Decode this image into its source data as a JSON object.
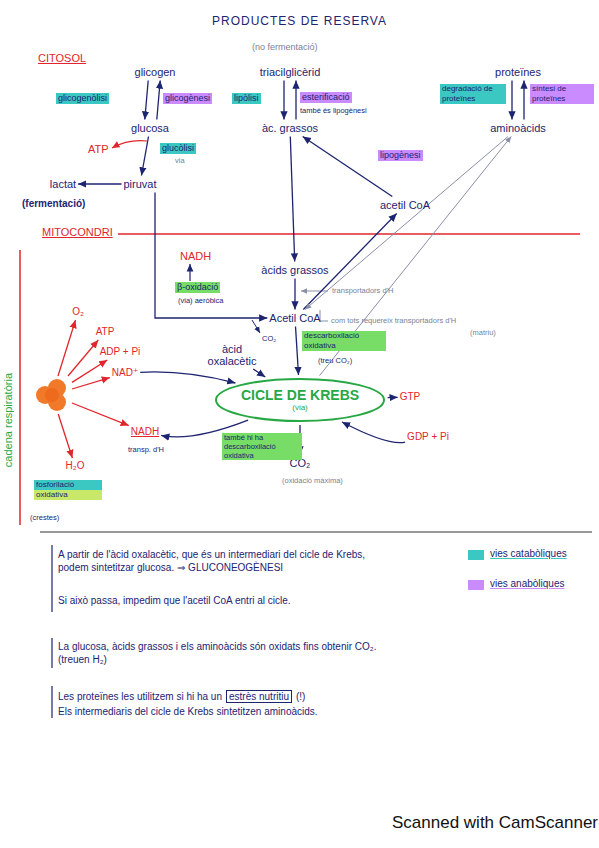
{
  "diagram": {
    "title": "PRODUCTES DE RESERVA",
    "nodes": [
      {
        "text": [
          "glicogen"
        ]
      },
      {
        "text": [
          "triacilglicèrid"
        ]
      },
      {
        "text": [
          "proteïnes"
        ]
      },
      {
        "text": [
          "glucosa"
        ]
      },
      {
        "text": [
          "àc. grassos"
        ]
      },
      {
        "text": [
          "aminoàcids"
        ]
      },
      {
        "text": [
          "lactat"
        ]
      },
      {
        "text": [
          "piruvat"
        ]
      },
      {
        "text": [
          "acetil CoA"
        ]
      },
      {
        "text": [
          "àcids grassos"
        ]
      },
      {
        "text": [
          "Acetil CoA"
        ]
      },
      {
        "text": [
          "àcid oxalacètic"
        ]
      },
      {
        "text": [
          "CICLE DE KREBS",
          "(via)"
        ]
      },
      {
        "text": [
          "CO₂"
        ]
      },
      {
        "text": [
          "GTP"
        ]
      },
      {
        "text": [
          "GDP + Pi"
        ]
      },
      {
        "text": [
          "NADH"
        ]
      },
      {
        "text": [
          "NAD⁺"
        ]
      },
      {
        "text": [
          "ADP + Pi"
        ]
      },
      {
        "text": [
          "ATP"
        ]
      },
      {
        "text": [
          "O₂"
        ]
      },
      {
        "text": [
          "H₂O"
        ]
      },
      {
        "text": [
          "cadena respiratòria"
        ]
      }
    ],
    "edges": [
      {
        "from": 0,
        "to": 3,
        "label": "glicogenòlisi",
        "arrow": "to"
      },
      {
        "from": 3,
        "to": 0,
        "label": "glicogènesi",
        "arrow": "to"
      },
      {
        "from": 1,
        "to": 4,
        "label": "lipòlisi",
        "arrow": "to"
      },
      {
        "from": 4,
        "to": 1,
        "label": "esterificació",
        "arrow": "to"
      },
      {
        "from": 2,
        "to": 5,
        "label": "degradació de proteïnes",
        "arrow": "to"
      },
      {
        "from": 5,
        "to": 2,
        "label": "síntesi de proteïnes",
        "arrow": "to"
      },
      {
        "from": 3,
        "to": 7,
        "label": "glucòlisi",
        "arrow": "to"
      },
      {
        "from": 7,
        "to": 6,
        "arrow": "to"
      },
      {
        "from": 8,
        "to": 4,
        "label": "lipogènesi",
        "arrow": "to"
      },
      {
        "from": 4,
        "to": 9,
        "arrow": "to"
      },
      {
        "from": 10,
        "to": 8,
        "arrow": "to"
      },
      {
        "from": 7,
        "to": 10,
        "arrow": "to"
      },
      {
        "from": 9,
        "to": 10,
        "arrow": "to"
      },
      {
        "from": 10,
        "to": 12,
        "label": "descarboxilació oxidativa",
        "arrow": "to"
      },
      {
        "from": 5,
        "to": 10,
        "arrow": "to"
      },
      {
        "from": 12,
        "to": 5,
        "arrow": "to"
      },
      {
        "from": 11,
        "to": 12,
        "arrow": "to"
      },
      {
        "from": 12,
        "to": 13,
        "label": "també hi ha descarboxilació oxidativa",
        "arrow": "to"
      },
      {
        "from": 12,
        "to": 14,
        "arrow": "to"
      },
      {
        "from": 15,
        "to": 12,
        "arrow": "to"
      },
      {
        "from": 12,
        "to": 16,
        "arrow": "to"
      },
      {
        "from": 17,
        "to": 12,
        "arrow": "to"
      },
      {
        "from": 22,
        "to": 20,
        "arrow": "to"
      },
      {
        "from": 22,
        "to": 19,
        "arrow": "to"
      },
      {
        "from": 22,
        "to": 18,
        "arrow": "to"
      },
      {
        "from": 22,
        "to": 17,
        "arrow": "to"
      },
      {
        "from": 22,
        "to": 16,
        "arrow": "to"
      },
      {
        "from": 22,
        "to": 21,
        "arrow": "to"
      }
    ],
    "labels": [
      "CITOSOL",
      "(no fermentació)",
      "també és lipogènesi",
      "ATP",
      "via",
      "(fermentació)",
      "MITOCONDRI",
      "NADH",
      "β-oxidació",
      "(via) aeròbica",
      "transportadors d'H",
      "CO₂",
      "com tots requereix transportadors d'H",
      "(matriu)",
      "(treu CO₂)",
      "transp. d'H",
      "(oxidació màxima)",
      "fosforilació oxidativa",
      "(crestes)",
      "A partir de l'àcid oxalacètic, que és un intermediari del cicle de Krebs, podem sintetitzar glucosa. ⇒ GLUCONEOGÈNESI",
      "Si això passa, impedim que l'acetil CoA entri al cicle.",
      "La glucosa, àcids grassos i els aminoàcids són oxidats fins obtenir CO₂. (treuen H₂)",
      "Les proteïnes les utilitzem si hi ha un",
      "estrès nutritiu",
      "(!)",
      "Els intermediaris del cicle de Krebs sintetitzen aminoàcids.",
      "Scanned with CamScanner"
    ],
    "legend": [
      {
        "text": "vies catabòliques",
        "color": "#3cc8c2"
      },
      {
        "text": "vies anabòliques",
        "color": "#c98bff"
      }
    ]
  }
}
